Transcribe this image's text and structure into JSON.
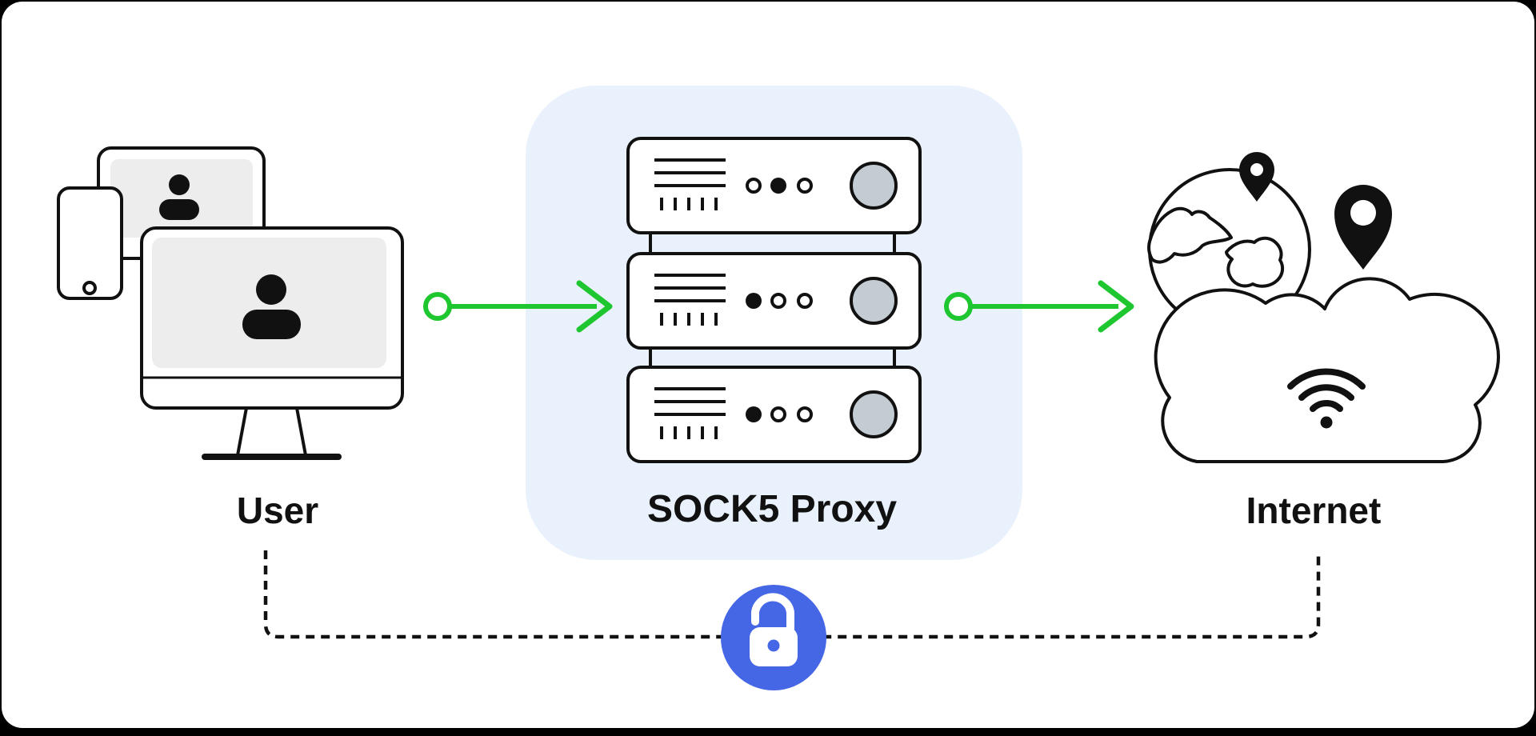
{
  "diagram": {
    "nodes": {
      "user": {
        "label": "User",
        "icon": "user-devices-icon"
      },
      "proxy": {
        "label": "SOCK5 Proxy",
        "icon": "server-stack-icon"
      },
      "internet": {
        "label": "Internet",
        "icon": "globe-cloud-icon"
      }
    },
    "connections": [
      {
        "from": "user",
        "to": "proxy",
        "style": "green-arrow"
      },
      {
        "from": "proxy",
        "to": "internet",
        "style": "green-arrow"
      },
      {
        "from": "user",
        "to": "internet",
        "style": "dashed-line",
        "badge": "unlocked-padlock-icon"
      }
    ],
    "colors": {
      "accent_green": "#1EC72F",
      "lock_blue": "#4567E6",
      "proxy_panel": "#E9F1FC",
      "outline": "#111111",
      "screen_gray": "#EDEDED",
      "knob_gray": "#C3CBD3",
      "card_white": "#FFFFFF",
      "page_black": "#000000"
    }
  }
}
